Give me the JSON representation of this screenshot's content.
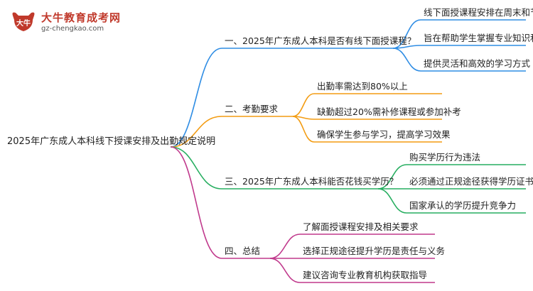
{
  "logo": {
    "title": "大牛教育成考网",
    "url": "gz-chengkao.com",
    "badge_text": "大牛"
  },
  "colors": {
    "branch_1": "#2f8de4",
    "branch_2": "#f39c12",
    "branch_3": "#27ae60",
    "branch_4": "#c0398c"
  },
  "root": "2025年广东成人本科线下授课安排及出勤规定说明",
  "branches": [
    {
      "label": "一、2025年广东成人本科是否有线下面授课程？",
      "children": [
        "线下面授课程安排在周末和节假日",
        "旨在帮助学生掌握专业知识和技能",
        "提供灵活和高效的学习方式"
      ]
    },
    {
      "label": "二、考勤要求",
      "children": [
        "出勤率需达到80%以上",
        "缺勤超过20%需补修课程或参加补考",
        "确保学生参与学习，提高学习效果"
      ]
    },
    {
      "label": "三、2025年广东成人本科能否花钱买学历？",
      "children": [
        "购买学历行为违法",
        "必须通过正规途径获得学历证书",
        "国家承认的学历提升竞争力"
      ]
    },
    {
      "label": "四、总结",
      "children": [
        "了解面授课程安排及相关要求",
        "选择正规途径提升学历是责任与义务",
        "建议咨询专业教育机构获取指导"
      ]
    }
  ]
}
